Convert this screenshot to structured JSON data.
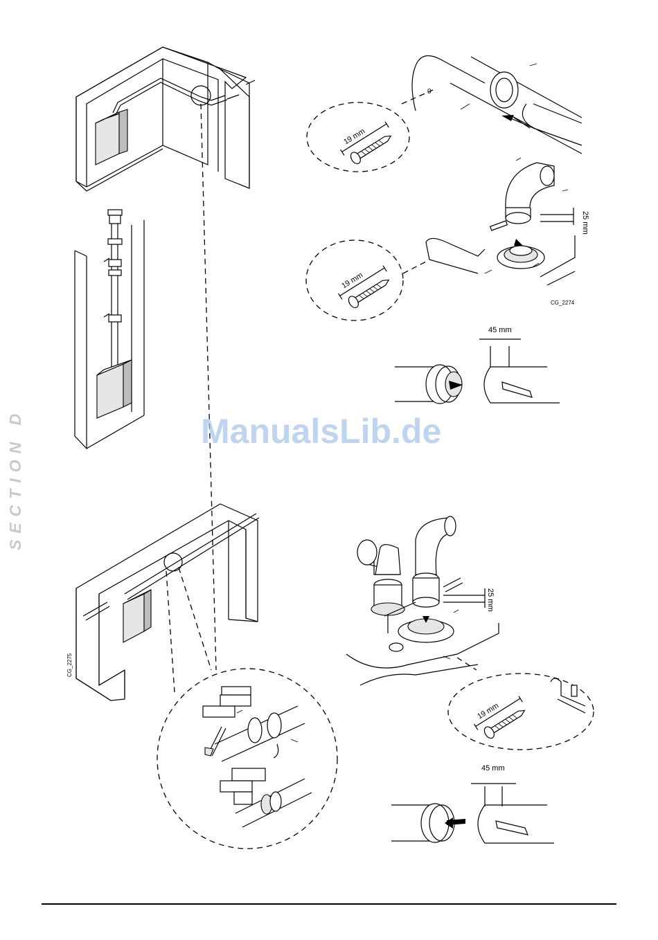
{
  "section_label": "SECTION D",
  "watermark": "ManualsLib.de",
  "labels": {
    "dim_19mm_a": "19 mm",
    "dim_19mm_b": "19 mm",
    "dim_19mm_c": "19 mm",
    "dim_25mm_a": "25 mm",
    "dim_25mm_b": "25 mm",
    "dim_45mm_a": "45 mm",
    "dim_45mm_b": "45 mm",
    "code_a": "CG_2274",
    "code_b": "CG_2275"
  }
}
